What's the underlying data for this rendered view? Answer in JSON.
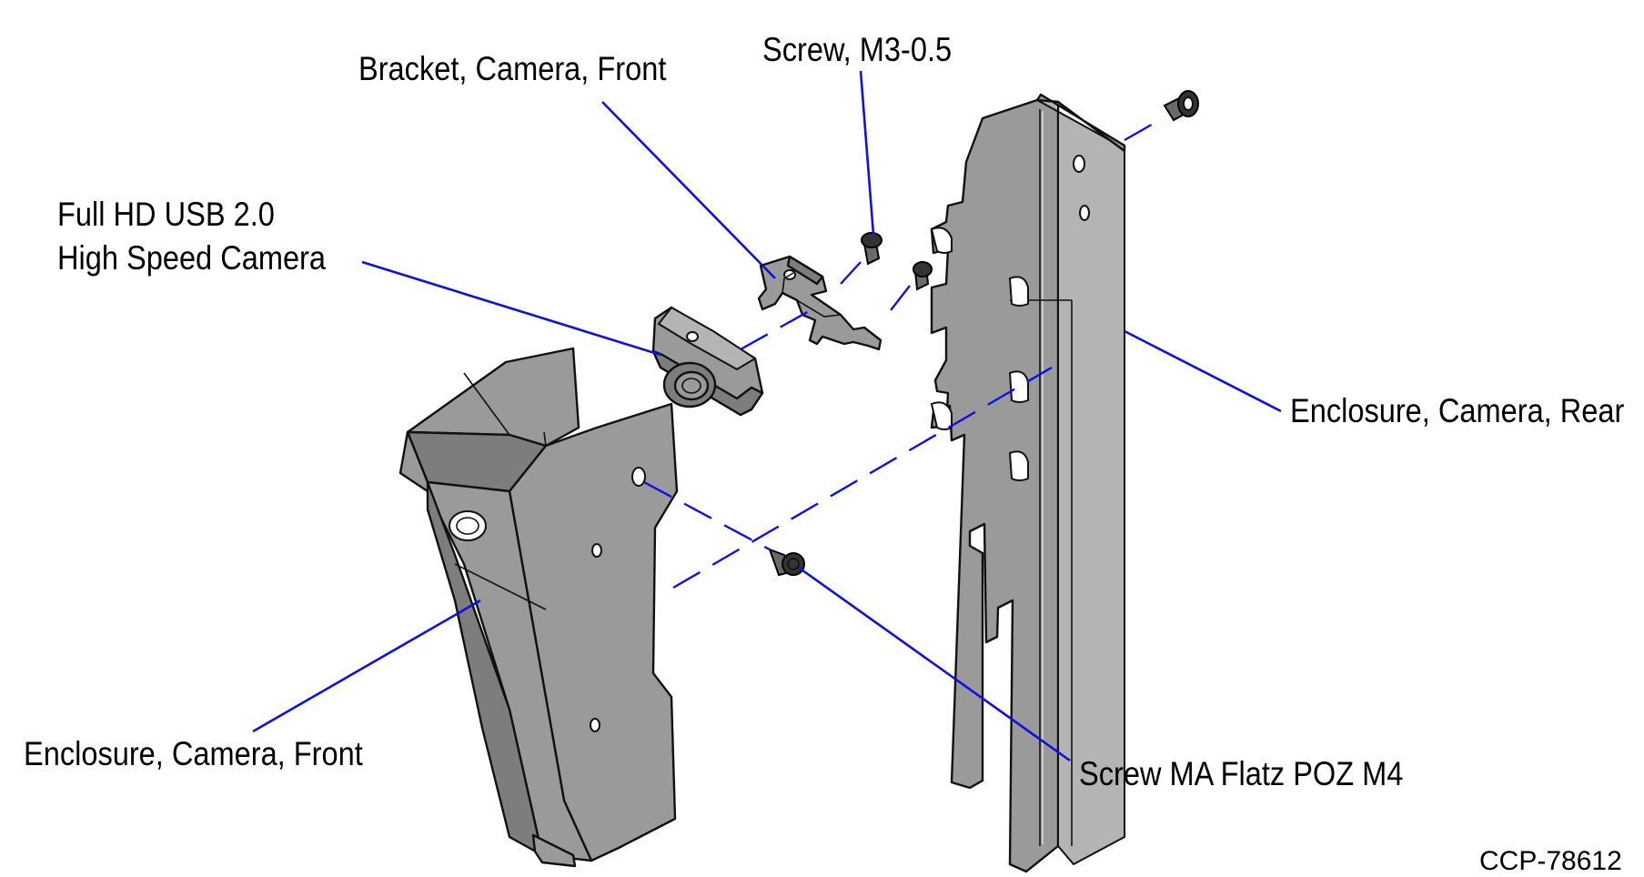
{
  "labels": {
    "bracket_front": "Bracket, Camera, Front",
    "screw_m3": "Screw, M3-0.5",
    "camera_line1": "Full HD USB 2.0",
    "camera_line2": "High Speed Camera",
    "enclosure_rear": "Enclosure, Camera, Rear",
    "enclosure_front": "Enclosure, Camera, Front",
    "screw_m4": "Screw MA Flatz POZ M4"
  },
  "figure_code": "CCP-78612",
  "colors": {
    "leader": "#1010e0",
    "part_fill": "#9a9a9a",
    "outline": "#111111"
  }
}
